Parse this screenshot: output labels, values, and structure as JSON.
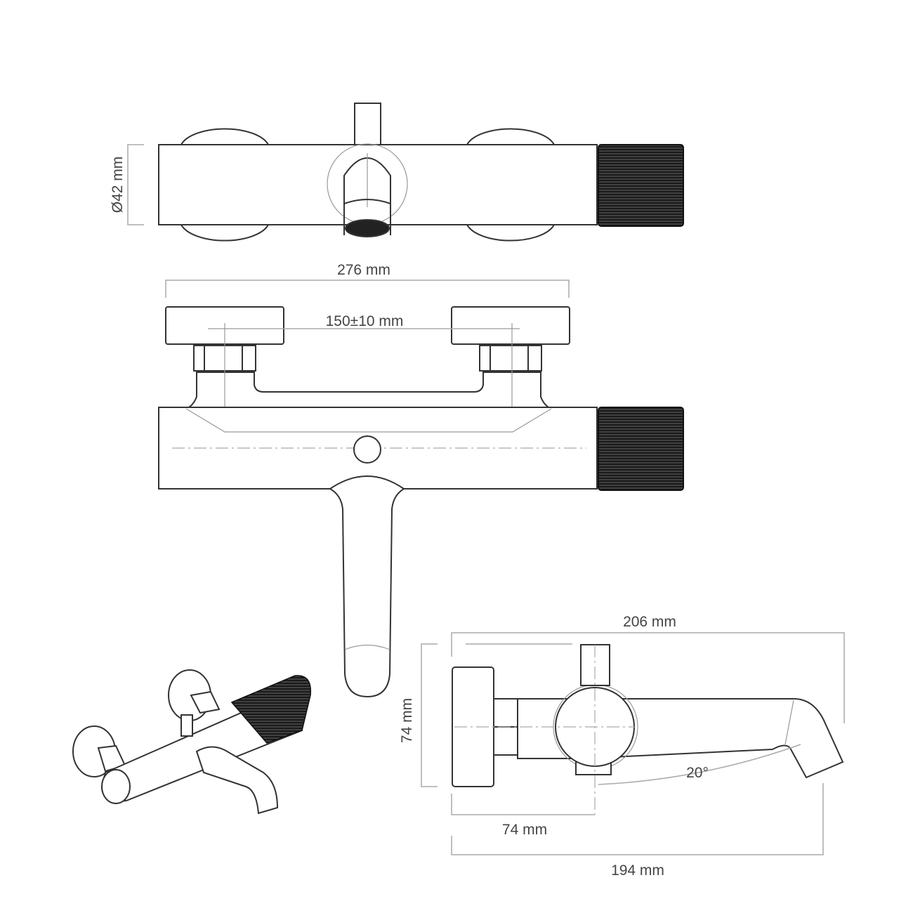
{
  "title": "Wall-mounted thermostatic bath mixer technical drawing",
  "dimensions": {
    "diameter": "Ø42 mm",
    "overall_width": "276 mm",
    "centres": "150±10 mm",
    "projection": "206 mm",
    "height": "74 mm",
    "body_depth": "74 mm",
    "spout_reach": "194 mm",
    "spout_angle": "20°"
  },
  "colors": {
    "line": "#333333",
    "dimension": "#aaaaaa",
    "knob": "#1a1a1a"
  }
}
